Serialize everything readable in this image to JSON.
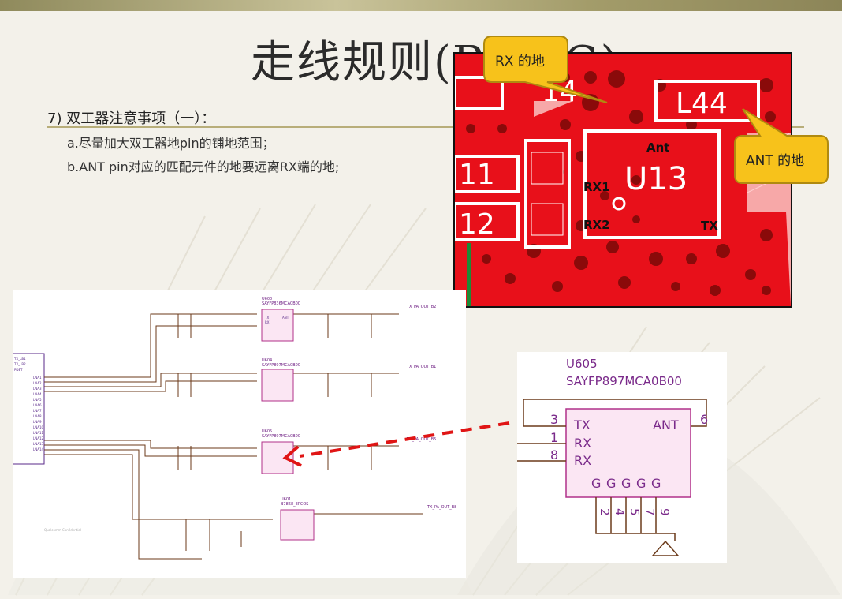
{
  "title": "走线规则(RF-3G)",
  "section": {
    "heading": "7) 双工器注意事项（一）：",
    "item_a": "a.尽量加大双工器地pin的铺地范围；",
    "item_b": "b.ANT pin对应的匹配元件的地要远离RX端的地;"
  },
  "pcb": {
    "chip": "U13",
    "pins": {
      "ant": "Ant",
      "rx1": "RX1",
      "rx2": "RX2",
      "tx": "TX"
    },
    "labels": {
      "l44": "L44",
      "c14": "14",
      "c11": "11",
      "c12": "12"
    },
    "callout_rx": "RX 的地",
    "callout_ant": "ANT 的地",
    "colors": {
      "copper": "#e8101a",
      "silk": "#ffffff",
      "callout": "#f7c21b"
    }
  },
  "detail": {
    "ref": "U605",
    "part": "SAYFP897MCA0B00",
    "pin_tx": "TX",
    "pin_rx1": "RX",
    "pin_rx2": "RX",
    "pin_ant": "ANT",
    "num_tx": "3",
    "num_rx1": "1",
    "num_rx2": "8",
    "num_ant": "6",
    "g": "G",
    "gnd_nums": [
      "2",
      "4",
      "5",
      "7",
      "9"
    ]
  },
  "schematic": {
    "blocks": [
      {
        "ref": "U600",
        "part": "SAYFP836MCA0B00"
      },
      {
        "ref": "U604",
        "part": "SAYFP897MCA0B00"
      },
      {
        "ref": "U605",
        "part": "SAYFP897MCA0B00"
      },
      {
        "ref": "U601",
        "part": "B7868_EPCOS"
      }
    ],
    "tx_pin": "TX",
    "rx_pin": "RX",
    "ant_pin": "ANT",
    "pa_out": [
      "TX_PA_OUT_B2",
      "TX_PA_OUT_B1",
      "TX_PA_OUT_B5",
      "TX_PA_OUT_B8"
    ],
    "left_labels": [
      "TX_LB1",
      "TX_LB2",
      "PDET",
      "LNA1",
      "LNA2",
      "LNA3",
      "LNA4",
      "LNA5",
      "LNA6",
      "LNA7",
      "LNA8",
      "LNA9",
      "LNA10",
      "LNA11",
      "LNA12",
      "LNA13",
      "LNA14"
    ],
    "watermark": "Qualcomm Confidential"
  }
}
